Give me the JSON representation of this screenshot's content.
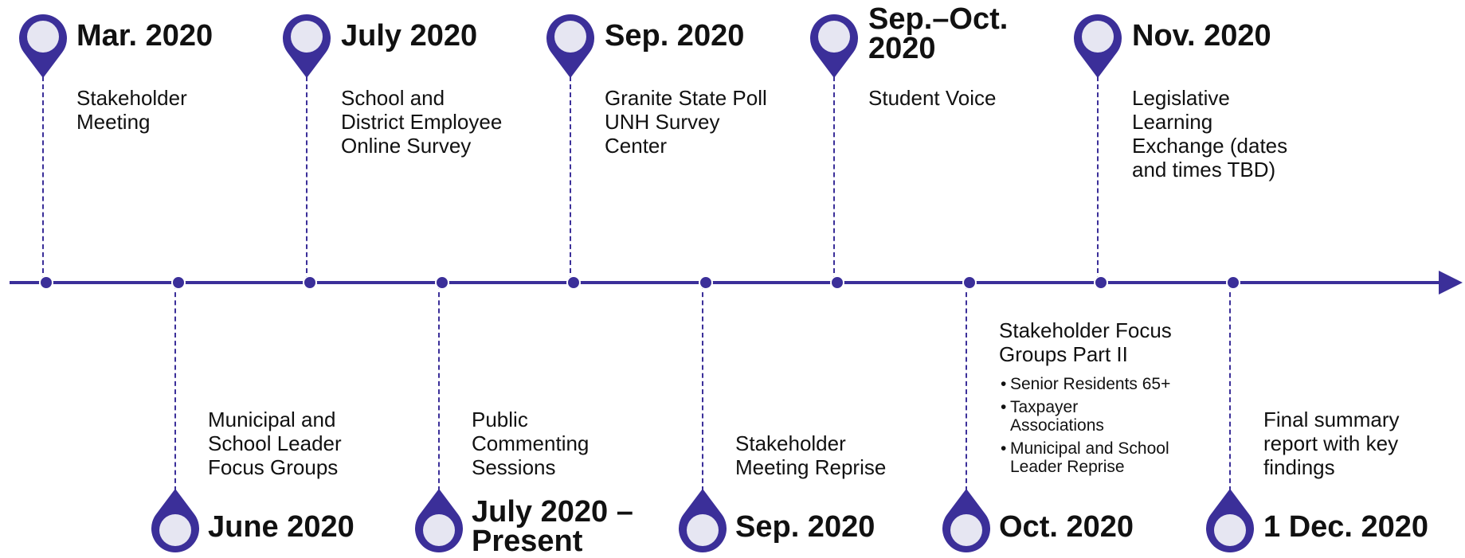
{
  "colors": {
    "line": "#3b2f99",
    "pin": "#3b2f99",
    "pin_inner": "#e6e6f2"
  },
  "top_events": [
    {
      "date": "Mar. 2020",
      "label": [
        "Stakeholder",
        "Meeting"
      ]
    },
    {
      "date": "July 2020",
      "label": [
        "School and",
        "District Employee",
        "Online Survey"
      ]
    },
    {
      "date": "Sep. 2020",
      "label": [
        "Granite State Poll",
        "UNH Survey",
        "Center"
      ]
    },
    {
      "date": "Sep.–Oct. 2020",
      "label": [
        "Student Voice"
      ]
    },
    {
      "date": "Nov. 2020",
      "label": [
        "Legislative",
        "Learning",
        "Exchange (dates",
        "and times TBD)"
      ]
    }
  ],
  "bottom_events": [
    {
      "date": "June 2020",
      "label": [
        "Municipal and",
        "School Leader",
        "Focus Groups"
      ]
    },
    {
      "date": "July 2020 – Present",
      "label": [
        "Public",
        "Commenting",
        "Sessions"
      ]
    },
    {
      "date": "Sep. 2020",
      "label": [
        "Stakeholder",
        "Meeting Reprise"
      ]
    },
    {
      "date": "Oct. 2020",
      "label": [
        "Stakeholder Focus",
        "Groups  Part II"
      ],
      "bullets": [
        "Senior Residents 65+",
        "Taxpayer Associations",
        "Municipal and School Leader Reprise"
      ]
    },
    {
      "date": "1 Dec. 2020",
      "label": [
        "Final summary",
        "report with key",
        "findings"
      ]
    }
  ]
}
